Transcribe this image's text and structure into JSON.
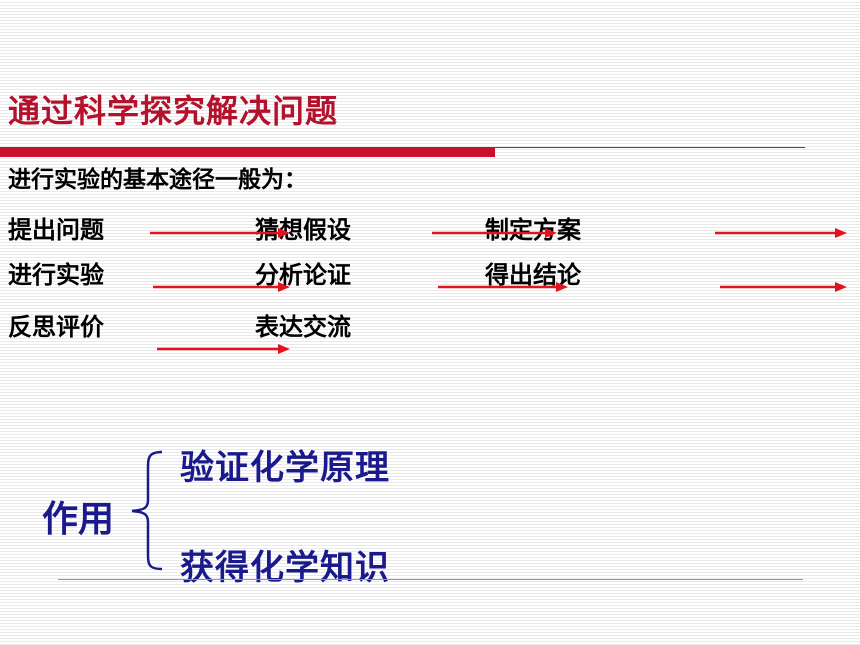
{
  "slide": {
    "title": "通过科学探究解决问题",
    "subtitle": "进行实验的基本途径一般为：",
    "steps": {
      "s1": "提出问题",
      "s2": "猜想假设",
      "s3": "制定方案",
      "s4": "进行实验",
      "s5": "分析论证",
      "s6": "得出结论",
      "s7": "反思评价",
      "s8": "表达交流"
    },
    "effect": {
      "label": "作用",
      "items": [
        "验证化学原理",
        "获得化学知识"
      ]
    },
    "colors": {
      "title": "#b3112c",
      "accent_bar": "#c8102e",
      "arrow": "#e0141e",
      "effect_text": "#1a1a8c"
    }
  }
}
